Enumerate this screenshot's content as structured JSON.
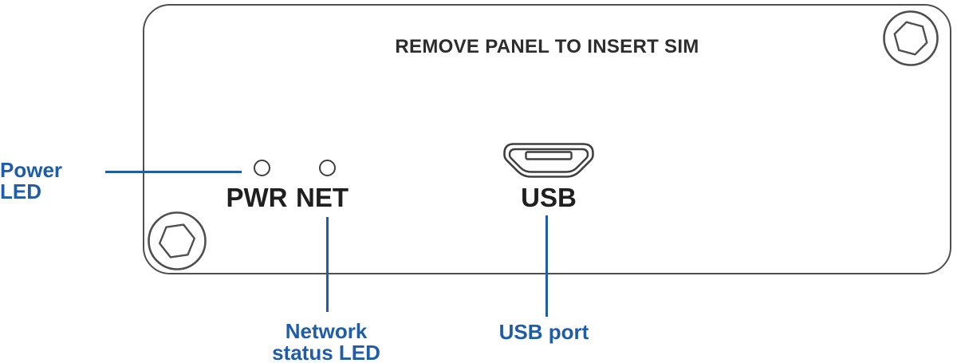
{
  "diagram": {
    "panel": {
      "title": "REMOVE PANEL TO INSERT SIM"
    },
    "ports": {
      "pwr_label": "PWR",
      "net_label": "NET",
      "usb_label": "USB"
    },
    "callouts": {
      "power_led": "Power LED",
      "network_led_line1": "Network",
      "network_led_line2": "status LED",
      "usb_port": "USB port"
    },
    "colors": {
      "callout_blue": "#1f5da9",
      "outline_gray": "#4f4f4f",
      "label_dark": "#1f1f1f"
    }
  }
}
